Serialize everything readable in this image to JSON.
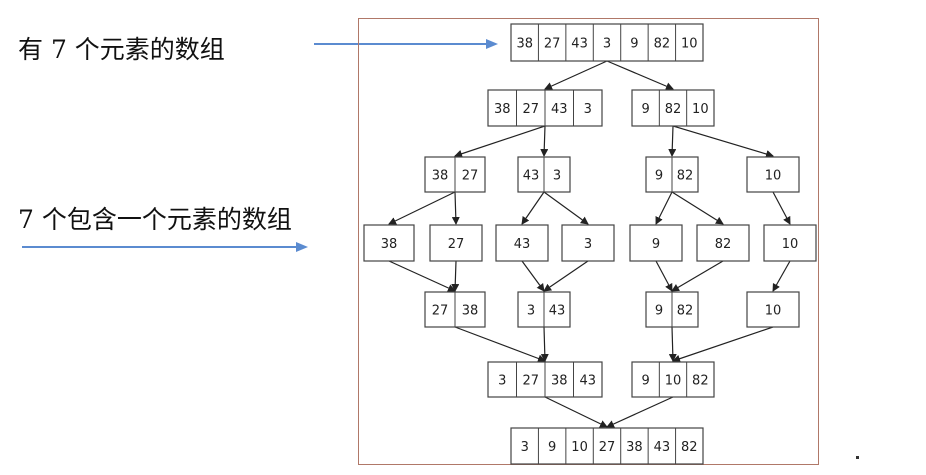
{
  "labels": {
    "top": "有 7 个元素的数组",
    "middle": "7 个包含一个元素的数组"
  },
  "colors": {
    "arrow": "#5b8bd0",
    "frame": "#b07868",
    "box": "#444444"
  },
  "diagram": {
    "nodes": [
      {
        "id": "r0",
        "values": [
          "38",
          "27",
          "43",
          "3",
          "9",
          "82",
          "10"
        ]
      },
      {
        "id": "a1",
        "values": [
          "38",
          "27",
          "43",
          "3"
        ]
      },
      {
        "id": "b1",
        "values": [
          "9",
          "82",
          "10"
        ]
      },
      {
        "id": "a2",
        "values": [
          "38",
          "27"
        ]
      },
      {
        "id": "a3",
        "values": [
          "43",
          "3"
        ]
      },
      {
        "id": "b2",
        "values": [
          "9",
          "82"
        ]
      },
      {
        "id": "b3",
        "values": [
          "10"
        ]
      },
      {
        "id": "s38",
        "values": [
          "38"
        ]
      },
      {
        "id": "s27",
        "values": [
          "27"
        ]
      },
      {
        "id": "s43",
        "values": [
          "43"
        ]
      },
      {
        "id": "s3",
        "values": [
          "3"
        ]
      },
      {
        "id": "s9",
        "values": [
          "9"
        ]
      },
      {
        "id": "s82",
        "values": [
          "82"
        ]
      },
      {
        "id": "s10",
        "values": [
          "10"
        ]
      },
      {
        "id": "m1",
        "values": [
          "27",
          "38"
        ]
      },
      {
        "id": "m2",
        "values": [
          "3",
          "43"
        ]
      },
      {
        "id": "m3",
        "values": [
          "9",
          "82"
        ]
      },
      {
        "id": "m4",
        "values": [
          "10"
        ]
      },
      {
        "id": "m5",
        "values": [
          "3",
          "27",
          "38",
          "43"
        ]
      },
      {
        "id": "m6",
        "values": [
          "9",
          "10",
          "82"
        ]
      },
      {
        "id": "final",
        "values": [
          "3",
          "9",
          "10",
          "27",
          "38",
          "43",
          "82"
        ]
      }
    ],
    "edges": [
      [
        "r0",
        "a1"
      ],
      [
        "r0",
        "b1"
      ],
      [
        "a1",
        "a2"
      ],
      [
        "a1",
        "a3"
      ],
      [
        "b1",
        "b2"
      ],
      [
        "b1",
        "b3"
      ],
      [
        "a2",
        "s38"
      ],
      [
        "a2",
        "s27"
      ],
      [
        "a3",
        "s43"
      ],
      [
        "a3",
        "s3"
      ],
      [
        "b2",
        "s9"
      ],
      [
        "b2",
        "s82"
      ],
      [
        "b3",
        "s10"
      ],
      [
        "s38",
        "m1"
      ],
      [
        "s27",
        "m1"
      ],
      [
        "s43",
        "m2"
      ],
      [
        "s3",
        "m2"
      ],
      [
        "s9",
        "m3"
      ],
      [
        "s82",
        "m3"
      ],
      [
        "s10",
        "m4"
      ],
      [
        "m1",
        "m5"
      ],
      [
        "m2",
        "m5"
      ],
      [
        "m3",
        "m6"
      ],
      [
        "m4",
        "m6"
      ],
      [
        "m5",
        "final"
      ],
      [
        "m6",
        "final"
      ]
    ]
  }
}
